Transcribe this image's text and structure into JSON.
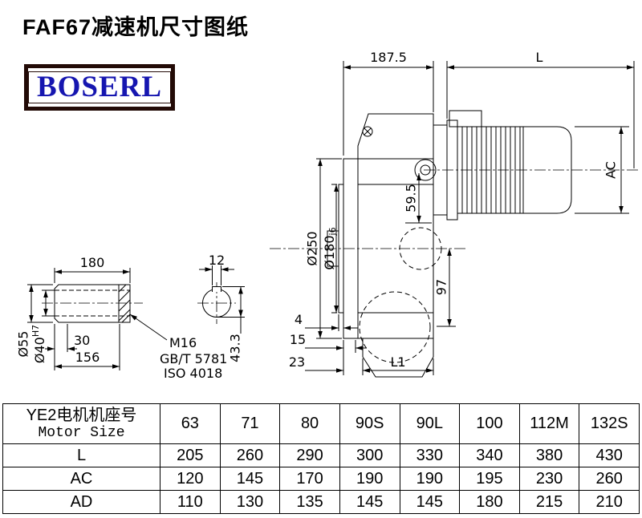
{
  "page": {
    "title": "FAF67减速机尺寸图纸",
    "logo_text": "BOSERL"
  },
  "drawing": {
    "dim_187_5": "187.5",
    "dim_L": "L",
    "dim_AC": "AC",
    "flange_dia": "Ø250",
    "spigot_dia": "Ø180",
    "spigot_fit": "j6",
    "dim_59_5": "59.5",
    "dim_97": "97",
    "shaft_length": "180",
    "key_width": "12",
    "shaft_dia": "Ø55",
    "bore_dia": "Ø40",
    "bore_fit": "H7",
    "dim_30": "30",
    "dim_156": "156",
    "thread": "M16",
    "thread_std_1": "GB/T 5781",
    "thread_std_2": "ISO 4018",
    "dim_43_3": "43.3",
    "dim_4": "4",
    "dim_15": "15",
    "dim_23": "23",
    "dim_L1": "L1"
  },
  "table": {
    "header_cn": "YE2电机机座号",
    "header_en": "Motor Size",
    "sizes": [
      "63",
      "71",
      "80",
      "90S",
      "90L",
      "100",
      "112M",
      "132S"
    ],
    "rows": [
      {
        "label": "L",
        "values": [
          "205",
          "260",
          "290",
          "300",
          "330",
          "340",
          "380",
          "430"
        ]
      },
      {
        "label": "AC",
        "values": [
          "120",
          "145",
          "170",
          "190",
          "190",
          "195",
          "230",
          "260"
        ]
      },
      {
        "label": "AD",
        "values": [
          "110",
          "130",
          "135",
          "145",
          "145",
          "180",
          "215",
          "210"
        ]
      }
    ]
  }
}
